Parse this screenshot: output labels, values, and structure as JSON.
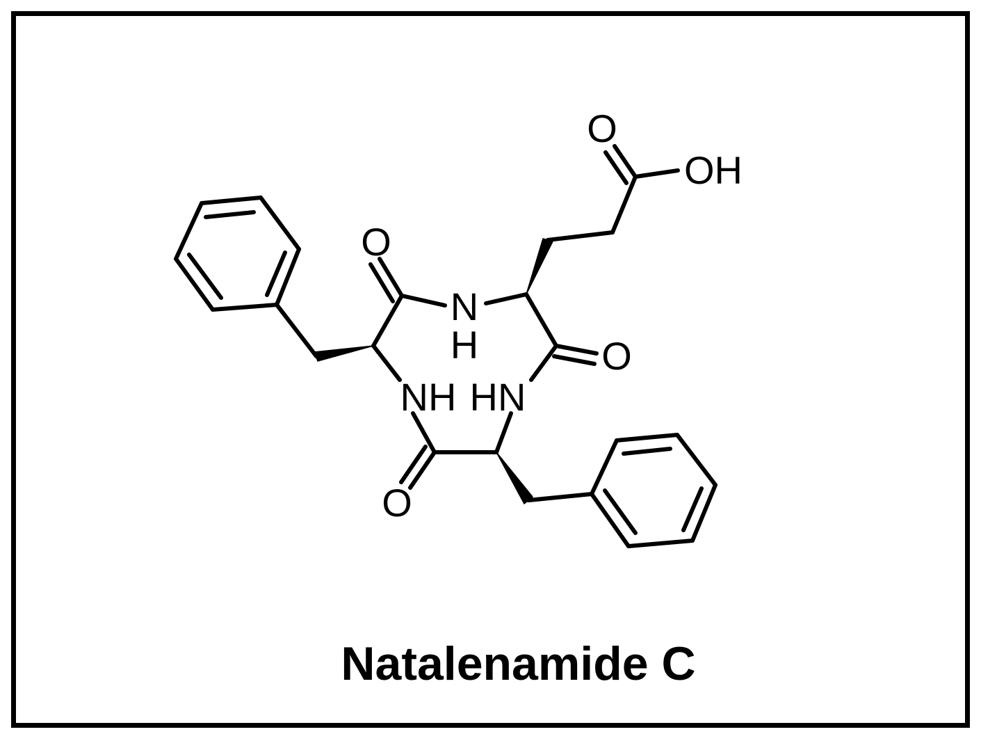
{
  "compound": {
    "name": "Natalenamide C"
  },
  "atoms": {
    "o_acid_carbonyl": "O",
    "oh": "OH",
    "o_top_left": "O",
    "nh_top": "N",
    "nh_top_h": "H",
    "o_right": "O",
    "nh_left": "NH",
    "hn_right": "HN",
    "o_bottom": "O"
  },
  "colors": {
    "ink": "#000000",
    "background": "#ffffff"
  }
}
